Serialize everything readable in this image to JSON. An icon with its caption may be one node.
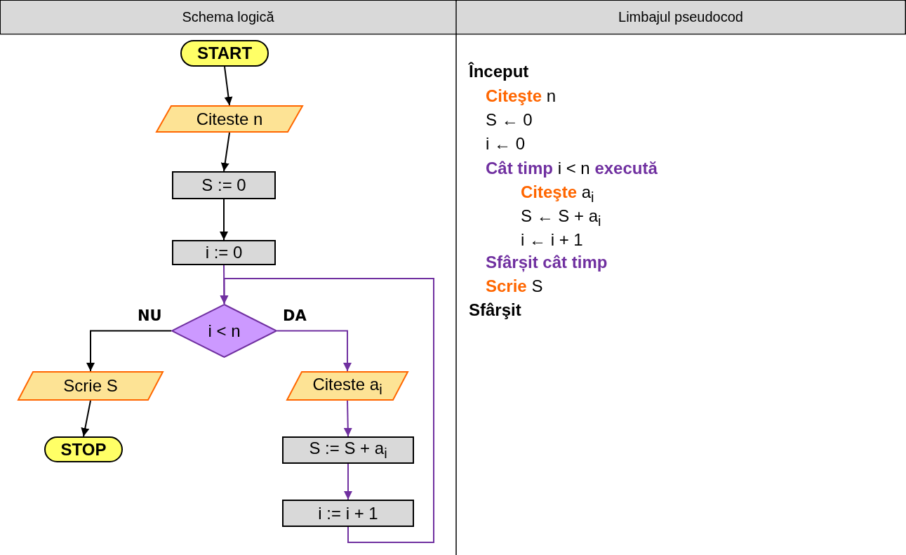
{
  "diagram": {
    "nodes": [
      {
        "text": [
          "START"
        ]
      },
      {
        "text": [
          "Citeste n"
        ]
      },
      {
        "text": [
          "S := 0"
        ]
      },
      {
        "text": [
          "i := 0"
        ]
      },
      {
        "text": [
          "i < n"
        ]
      },
      {
        "text": [
          "Scrie S"
        ]
      },
      {
        "text": [
          "STOP"
        ]
      },
      {
        "text": [
          "Citeste a$_{i}$"
        ]
      },
      {
        "text": [
          "S := S + a$_{i}$"
        ]
      },
      {
        "text": [
          "i := i + 1"
        ]
      }
    ],
    "edges": [
      {
        "from": 0,
        "to": 1,
        "arrow": "to"
      },
      {
        "from": 1,
        "to": 2,
        "arrow": "to"
      },
      {
        "from": 2,
        "to": 3,
        "arrow": "to"
      },
      {
        "from": 3,
        "to": 4,
        "arrow": "to",
        "color": "#7030a0"
      },
      {
        "from": 4,
        "to": 5,
        "arrow": "to",
        "label": "NU"
      },
      {
        "from": 5,
        "to": 6,
        "arrow": "to"
      },
      {
        "from": 4,
        "to": 7,
        "arrow": "to",
        "label": "DA",
        "color": "#7030a0"
      },
      {
        "from": 7,
        "to": 8,
        "arrow": "to",
        "color": "#7030a0"
      },
      {
        "from": 8,
        "to": 9,
        "arrow": "to",
        "color": "#7030a0"
      },
      {
        "from": 9,
        "to": 4,
        "arrow": "to",
        "color": "#7030a0"
      }
    ],
    "labels": [
      "Schema logică",
      "Limbajul pseudocod",
      "Început",
      "**Citeşte** n",
      "S ← 0",
      "i ← 0",
      "**Cât timp** i < n **execută**",
      "**Citeşte** a$_{i}$",
      "S ← S + a$_{i}$",
      "i ← i + 1",
      "Sfârșit cât timp",
      "**Scrie** S",
      "Sfârşit"
    ]
  }
}
